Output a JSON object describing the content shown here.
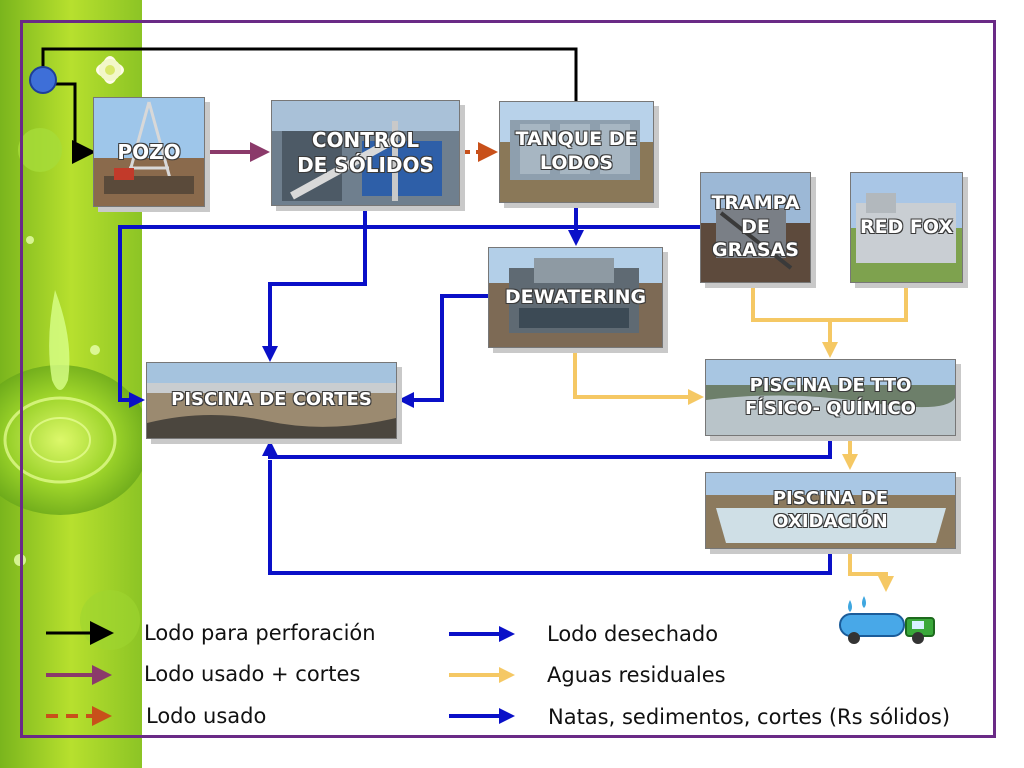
{
  "boxes": {
    "pozo": "POZO",
    "control": "CONTROL\nDE SÓLIDOS",
    "tanque": "TANQUE DE\nLODOS",
    "trampa": "TRAMPA\nDE\nGRASAS",
    "redfox": "RED FOX",
    "dewatering": "DEWATERING",
    "piscina_cortes": "PISCINA DE CORTES",
    "piscina_tto": "PISCINA DE TTO\nFÍSICO- QUÍMICO",
    "piscina_oxidacion": "PISCINA DE\nOXIDACIÓN"
  },
  "legend": {
    "lodo_perforacion": "Lodo para perforación",
    "lodo_usado_cortes": "Lodo usado + cortes",
    "lodo_usado": "Lodo usado",
    "lodo_desechado": "Lodo desechado",
    "aguas_residuales": "Aguas residuales",
    "natas": "Natas, sedimentos, cortes (Rs sólidos)"
  },
  "colors": {
    "black_flow": "#000000",
    "purple_flow": "#8b3a6a",
    "dashed_flow": "#c8501a",
    "blue_flow": "#0a10c8",
    "yellow_flow": "#f5c864",
    "frame": "#6a2a86"
  }
}
